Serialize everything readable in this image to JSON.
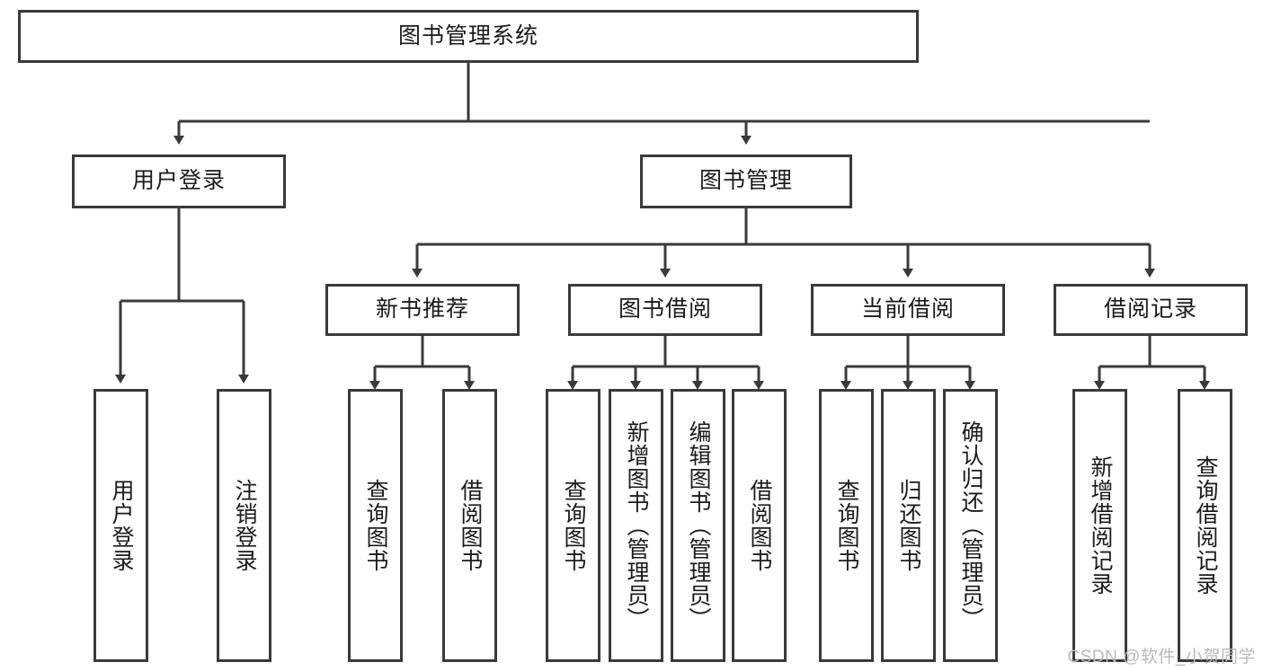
{
  "diagram": {
    "title": "图书管理系统",
    "type": "tree-hierarchy-diagram",
    "colors": {
      "stroke": "#3a3a3a",
      "box_fill": "#ffffff",
      "text": "#1b1b1b",
      "watermark": "#b9b9b9",
      "background": "#ffffff"
    },
    "root": {
      "label": "图书管理系统"
    },
    "level2": [
      {
        "label": "用户登录"
      },
      {
        "label": "图书管理"
      }
    ],
    "level3": [
      {
        "label": "新书推荐"
      },
      {
        "label": "图书借阅"
      },
      {
        "label": "当前借阅"
      },
      {
        "label": "借阅记录"
      }
    ],
    "leaves": {
      "user_login": [
        {
          "label": "用户登录"
        },
        {
          "label": "注销登录"
        }
      ],
      "new_book_recommend": [
        {
          "label": "查询图书"
        },
        {
          "label": "借阅图书"
        }
      ],
      "book_borrow": [
        {
          "label": "查询图书"
        },
        {
          "label": "新增图书（管理员）"
        },
        {
          "label": "编辑图书（管理员）"
        },
        {
          "label": "借阅图书"
        }
      ],
      "current_borrow": [
        {
          "label": "查询图书"
        },
        {
          "label": "归还图书"
        },
        {
          "label": "确认归还（管理员）"
        }
      ],
      "borrow_record": [
        {
          "label": "新增借阅记录"
        },
        {
          "label": "查询借阅记录"
        }
      ]
    }
  },
  "watermark": {
    "text": "CSDN @软件_小贺同学"
  }
}
